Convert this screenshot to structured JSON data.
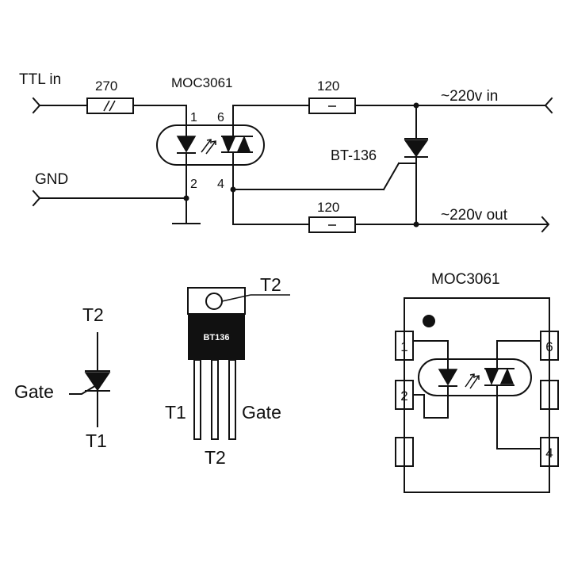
{
  "circuit": {
    "ttl_in": "TTL in",
    "gnd": "GND",
    "r_input": "270",
    "r_top": "120",
    "r_bottom": "120",
    "optocoupler": "MOC3061",
    "pin1": "1",
    "pin6": "6",
    "pin2": "2",
    "pin4": "4",
    "triac": "BT-136",
    "mains_in": "~220v in",
    "mains_out": "~220v out"
  },
  "triac_symbol": {
    "t2": "T2",
    "gate": "Gate",
    "t1": "T1"
  },
  "package": {
    "t2": "T2",
    "marking": "BT136",
    "t1": "T1",
    "gate": "Gate",
    "t2_bottom": "T2"
  },
  "moc_pinout": {
    "title": "MOC3061",
    "pin1": "1",
    "pin2": "2",
    "pin6": "6",
    "pin4": "4"
  }
}
